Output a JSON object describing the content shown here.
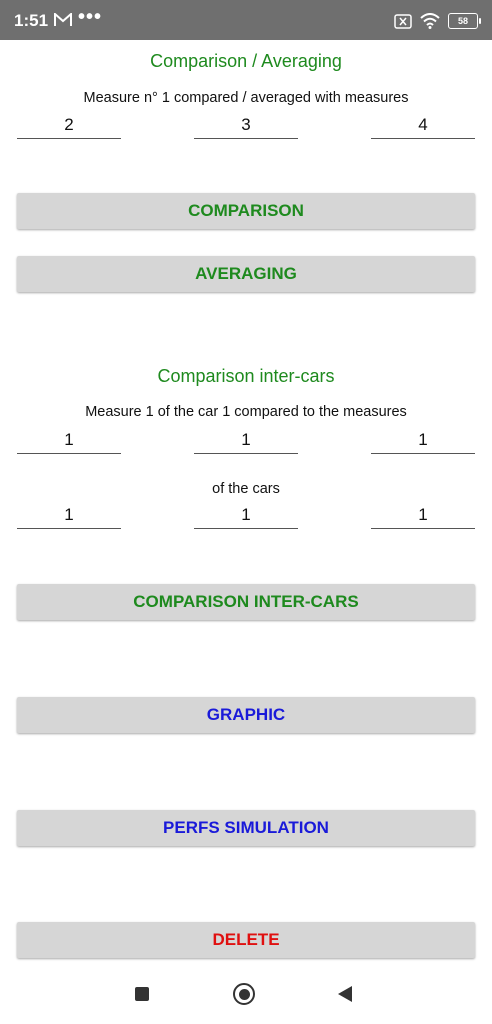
{
  "status_bar": {
    "time": "1:51",
    "dots": "•••",
    "battery": "58"
  },
  "comparison": {
    "title": "Comparison / Averaging",
    "caption": "Measure n° 1 compared / averaged with measures",
    "measures": [
      "2",
      "3",
      "4"
    ],
    "comparison_button": "COMPARISON",
    "averaging_button": "AVERAGING"
  },
  "intercars": {
    "title": "Comparison inter-cars",
    "caption": "Measure 1 of the car 1 compared to the measures",
    "measures": [
      "1",
      "1",
      "1"
    ],
    "cars_caption": "of the cars",
    "cars": [
      "1",
      "1",
      "1"
    ],
    "comparison_button": "COMPARISON INTER-CARS"
  },
  "actions": {
    "graphic_button": "GRAPHIC",
    "perfs_button": "PERFS SIMULATION",
    "delete_button": "DELETE"
  },
  "colors": {
    "green": "#1e8a1e",
    "blue": "#1a1ad9",
    "red": "#e01010",
    "button_bg": "#d6d6d6",
    "status_bar_bg": "#6f6f6f"
  }
}
